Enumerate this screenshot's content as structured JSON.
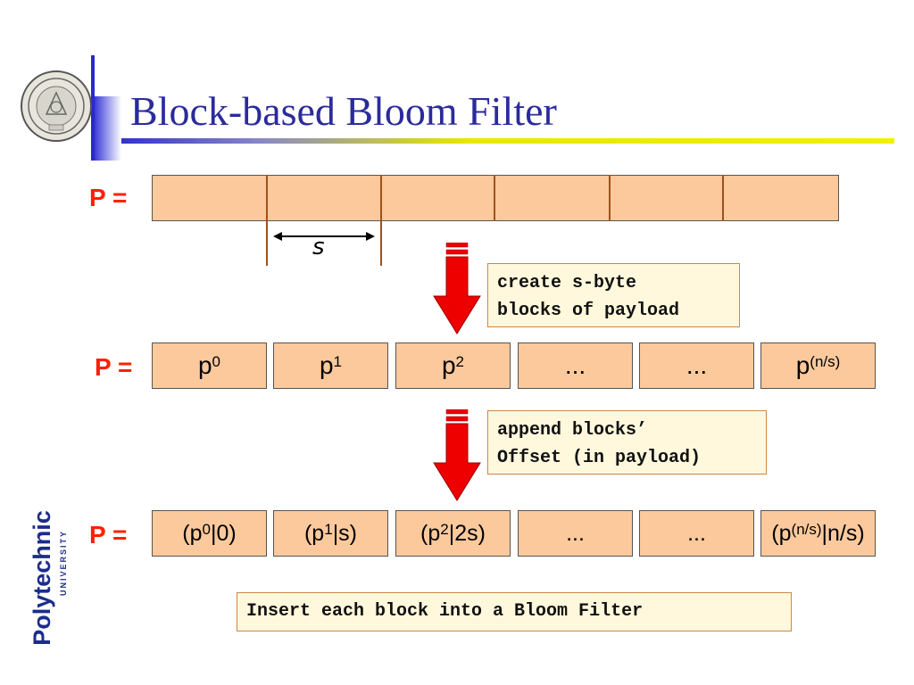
{
  "slide": {
    "title": "Block-based Bloom Filter"
  },
  "brand": {
    "logo_word": "Polytechnic",
    "logo_sub": "UNIVERSITY",
    "seal_icon": "university-seal-icon"
  },
  "row1": {
    "label": "P ="
  },
  "span_label": "s",
  "callout1": {
    "line1": "create s-byte",
    "line2": "blocks of payload"
  },
  "row2": {
    "label": "P =",
    "cells": [
      {
        "base": "p",
        "sup": "0"
      },
      {
        "base": "p",
        "sup": "1"
      },
      {
        "base": "p",
        "sup": "2"
      },
      {
        "base": "...",
        "sup": ""
      },
      {
        "base": "...",
        "sup": ""
      },
      {
        "base": "p",
        "sup": "(n/s)"
      }
    ]
  },
  "callout2": {
    "line1": "append blocks’",
    "line2": "Offset (in payload)"
  },
  "row3": {
    "label": "P =",
    "cells": [
      {
        "pre": "(p",
        "sup": "0",
        "post": "|0)"
      },
      {
        "pre": "(p",
        "sup": "1",
        "post": "|s)"
      },
      {
        "pre": "(p",
        "sup": "2",
        "post": "|2s)"
      },
      {
        "pre": "...",
        "sup": "",
        "post": ""
      },
      {
        "pre": "...",
        "sup": "",
        "post": ""
      },
      {
        "pre": "(p",
        "sup": "(n/s)",
        "post": "|n/s)"
      }
    ]
  },
  "footer_note": "Insert each block into a Bloom Filter",
  "colors": {
    "box_fill": "#fcc99c",
    "label_red": "#ff2000",
    "title_blue": "#2b2b9c",
    "arrow_red": "#ee0000"
  }
}
